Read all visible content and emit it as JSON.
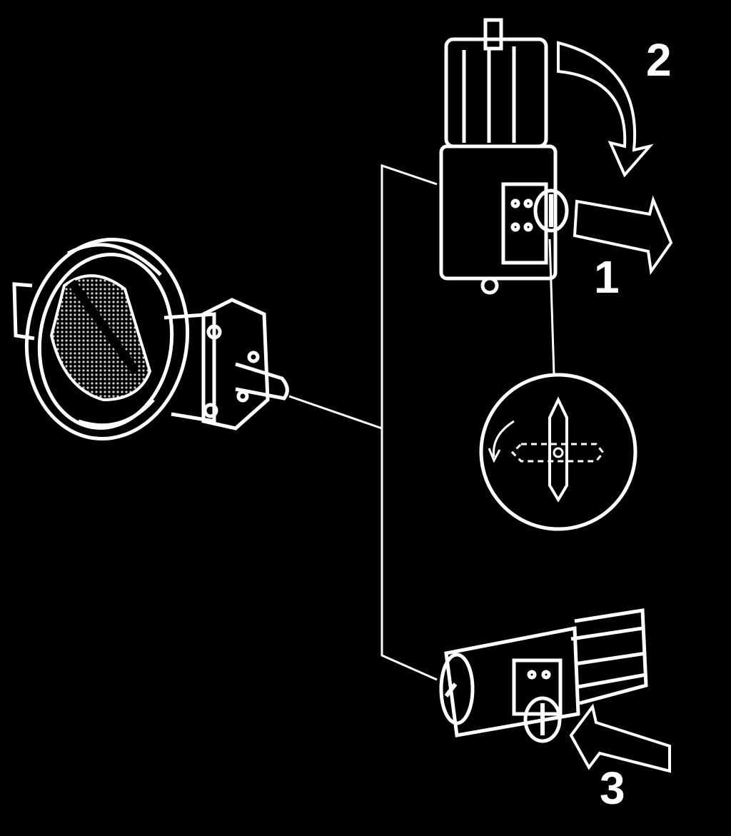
{
  "diagram": {
    "steps": [
      {
        "id": "1",
        "label": "1"
      },
      {
        "id": "2",
        "label": "2"
      },
      {
        "id": "3",
        "label": "3"
      }
    ],
    "colors": {
      "background": "#000000",
      "line": "#ffffff",
      "hatch": "#bdbdbd"
    }
  }
}
